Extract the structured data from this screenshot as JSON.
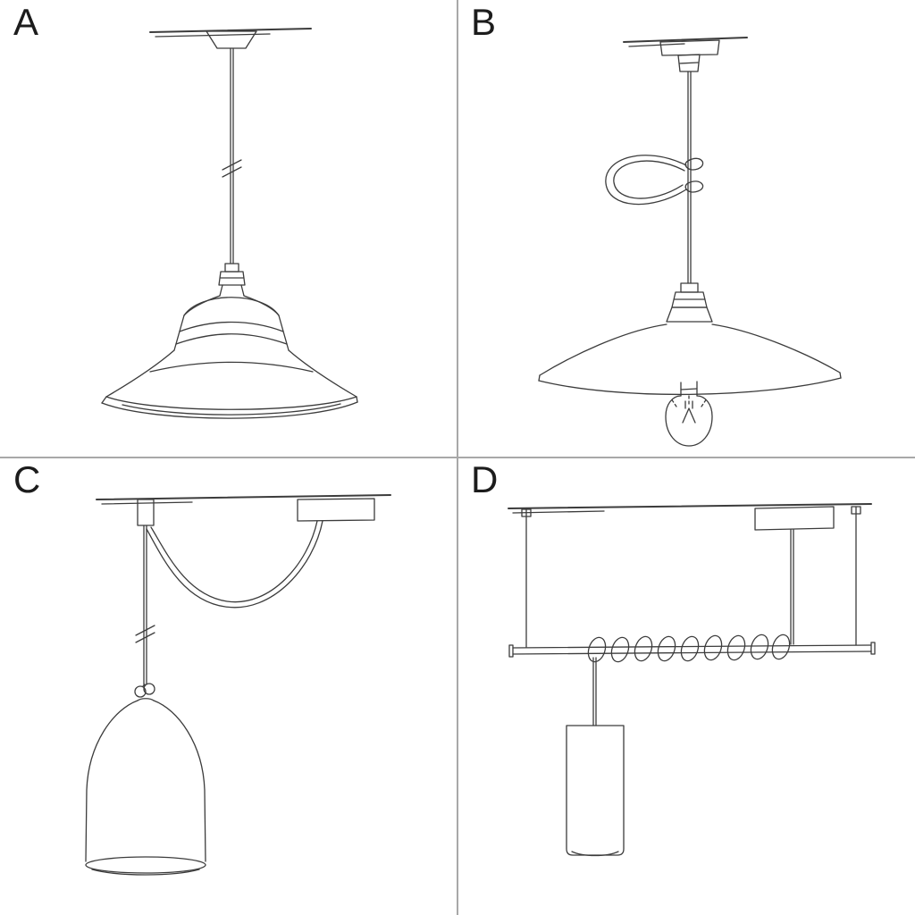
{
  "page": {
    "background": "#ffffff",
    "divider_color": "#a8a8a8",
    "line_color": "#3c3c3c",
    "text_color": "#1c1c1c"
  },
  "panels": [
    {
      "id": "A",
      "label": "A",
      "drawing": "pendant-lamp-straight-cord-industrial-bowl-shade"
    },
    {
      "id": "B",
      "label": "B",
      "drawing": "pendant-lamp-swag-loop-flat-saucer-shade-edison-bulb"
    },
    {
      "id": "C",
      "label": "C",
      "drawing": "pendant-lamp-swag-hook-knotted-cord-bell-shade"
    },
    {
      "id": "D",
      "label": "D",
      "drawing": "pendant-lamp-suspended-bar-coiled-cord-tube-shade"
    }
  ]
}
